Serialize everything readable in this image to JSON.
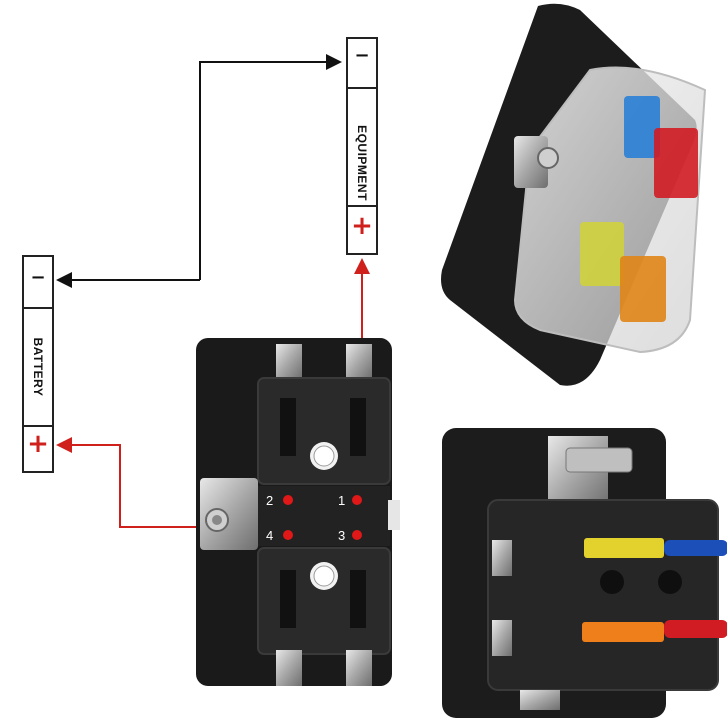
{
  "equipment": {
    "label": "EQUIPMENT",
    "minus": "−",
    "plus": "+"
  },
  "battery": {
    "label": "BATTERY",
    "minus": "−",
    "plus": "+"
  },
  "fuse_numbers": [
    "2",
    "1",
    "4",
    "3"
  ],
  "colors": {
    "positive_wire": "#d0201c",
    "negative_wire": "#111111",
    "plus_sign": "#d0201c",
    "block_body": "#1b1b1b",
    "led": "#e01818"
  }
}
